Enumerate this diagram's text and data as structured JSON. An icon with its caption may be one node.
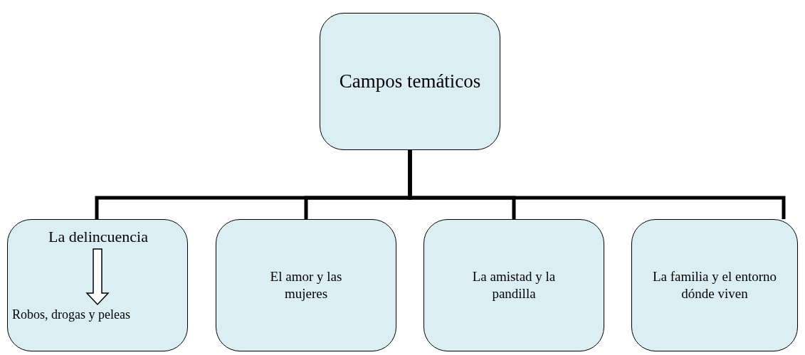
{
  "diagram": {
    "nodes": [
      {
        "text": [
          "Campos temáticos"
        ]
      },
      {
        "text": [],
        "shape": "box"
      },
      {
        "text": [
          "La delincuencia"
        ],
        "in": 1
      },
      {
        "text": [
          "Robos, drogas y peleas"
        ],
        "in": 1
      },
      {
        "text": [
          "El amor y las mujeres"
        ]
      },
      {
        "text": [
          "La amistad y la pandilla"
        ]
      },
      {
        "text": [
          "La familia y el entorno dónde viven"
        ]
      }
    ],
    "edges": [
      {
        "from": 0,
        "to": 1,
        "arrow": "none"
      },
      {
        "from": 0,
        "to": 4,
        "arrow": "none"
      },
      {
        "from": 0,
        "to": 5,
        "arrow": "none"
      },
      {
        "from": 0,
        "to": 6,
        "arrow": "none"
      },
      {
        "from": 2,
        "to": 3,
        "arrow": "to"
      }
    ]
  }
}
